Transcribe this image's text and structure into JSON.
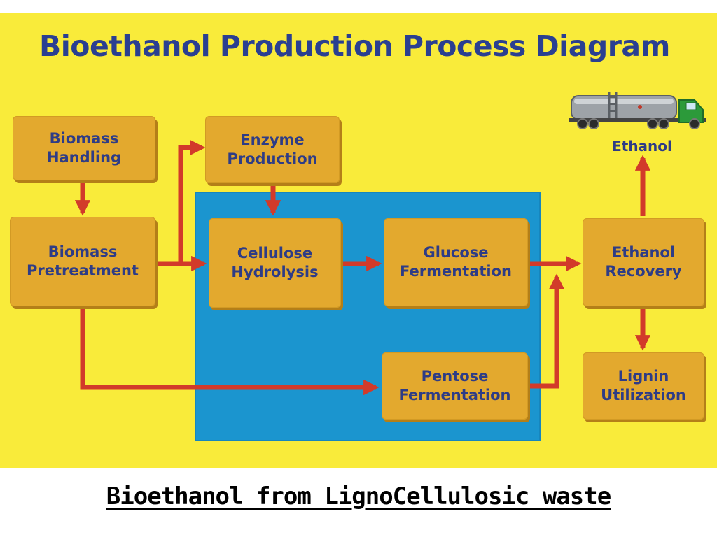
{
  "title": "Bioethanol Production Process Diagram",
  "colors": {
    "background": "#f9eb3a",
    "panel": "#1b95cf",
    "box": "#e3a92e",
    "box_text": "#2e3c86",
    "title": "#2a3f91",
    "arrow": "#d23a2a"
  },
  "nodes": {
    "biomass_handling": "Biomass\nHandling",
    "enzyme_production": "Enzyme\nProduction",
    "biomass_pretreatment": "Biomass\nPretreatment",
    "cellulose_hydrolysis": "Cellulose\nHydrolysis",
    "glucose_fermentation": "Glucose\nFermentation",
    "pentose_fermentation": "Pentose\nFermentation",
    "ethanol_recovery": "Ethanol\nRecovery",
    "lignin_utilization": "Lignin\nUtilization"
  },
  "ethanol_label": "Ethanol",
  "truck_icon": "tanker-truck-icon",
  "edges": [
    {
      "from": "Biomass Handling",
      "to": "Biomass Pretreatment"
    },
    {
      "from": "Biomass Pretreatment",
      "to": "Enzyme Production"
    },
    {
      "from": "Biomass Pretreatment",
      "to": "Cellulose Hydrolysis"
    },
    {
      "from": "Enzyme Production",
      "to": "Cellulose Hydrolysis"
    },
    {
      "from": "Cellulose Hydrolysis",
      "to": "Glucose Fermentation"
    },
    {
      "from": "Biomass Pretreatment",
      "to": "Pentose Fermentation"
    },
    {
      "from": "Glucose Fermentation",
      "to": "Ethanol Recovery"
    },
    {
      "from": "Pentose Fermentation",
      "to": "Ethanol Recovery"
    },
    {
      "from": "Ethanol Recovery",
      "to": "Ethanol"
    },
    {
      "from": "Ethanol Recovery",
      "to": "Lignin Utilization"
    }
  ],
  "caption": "Bioethanol from LignoCellulosic waste"
}
